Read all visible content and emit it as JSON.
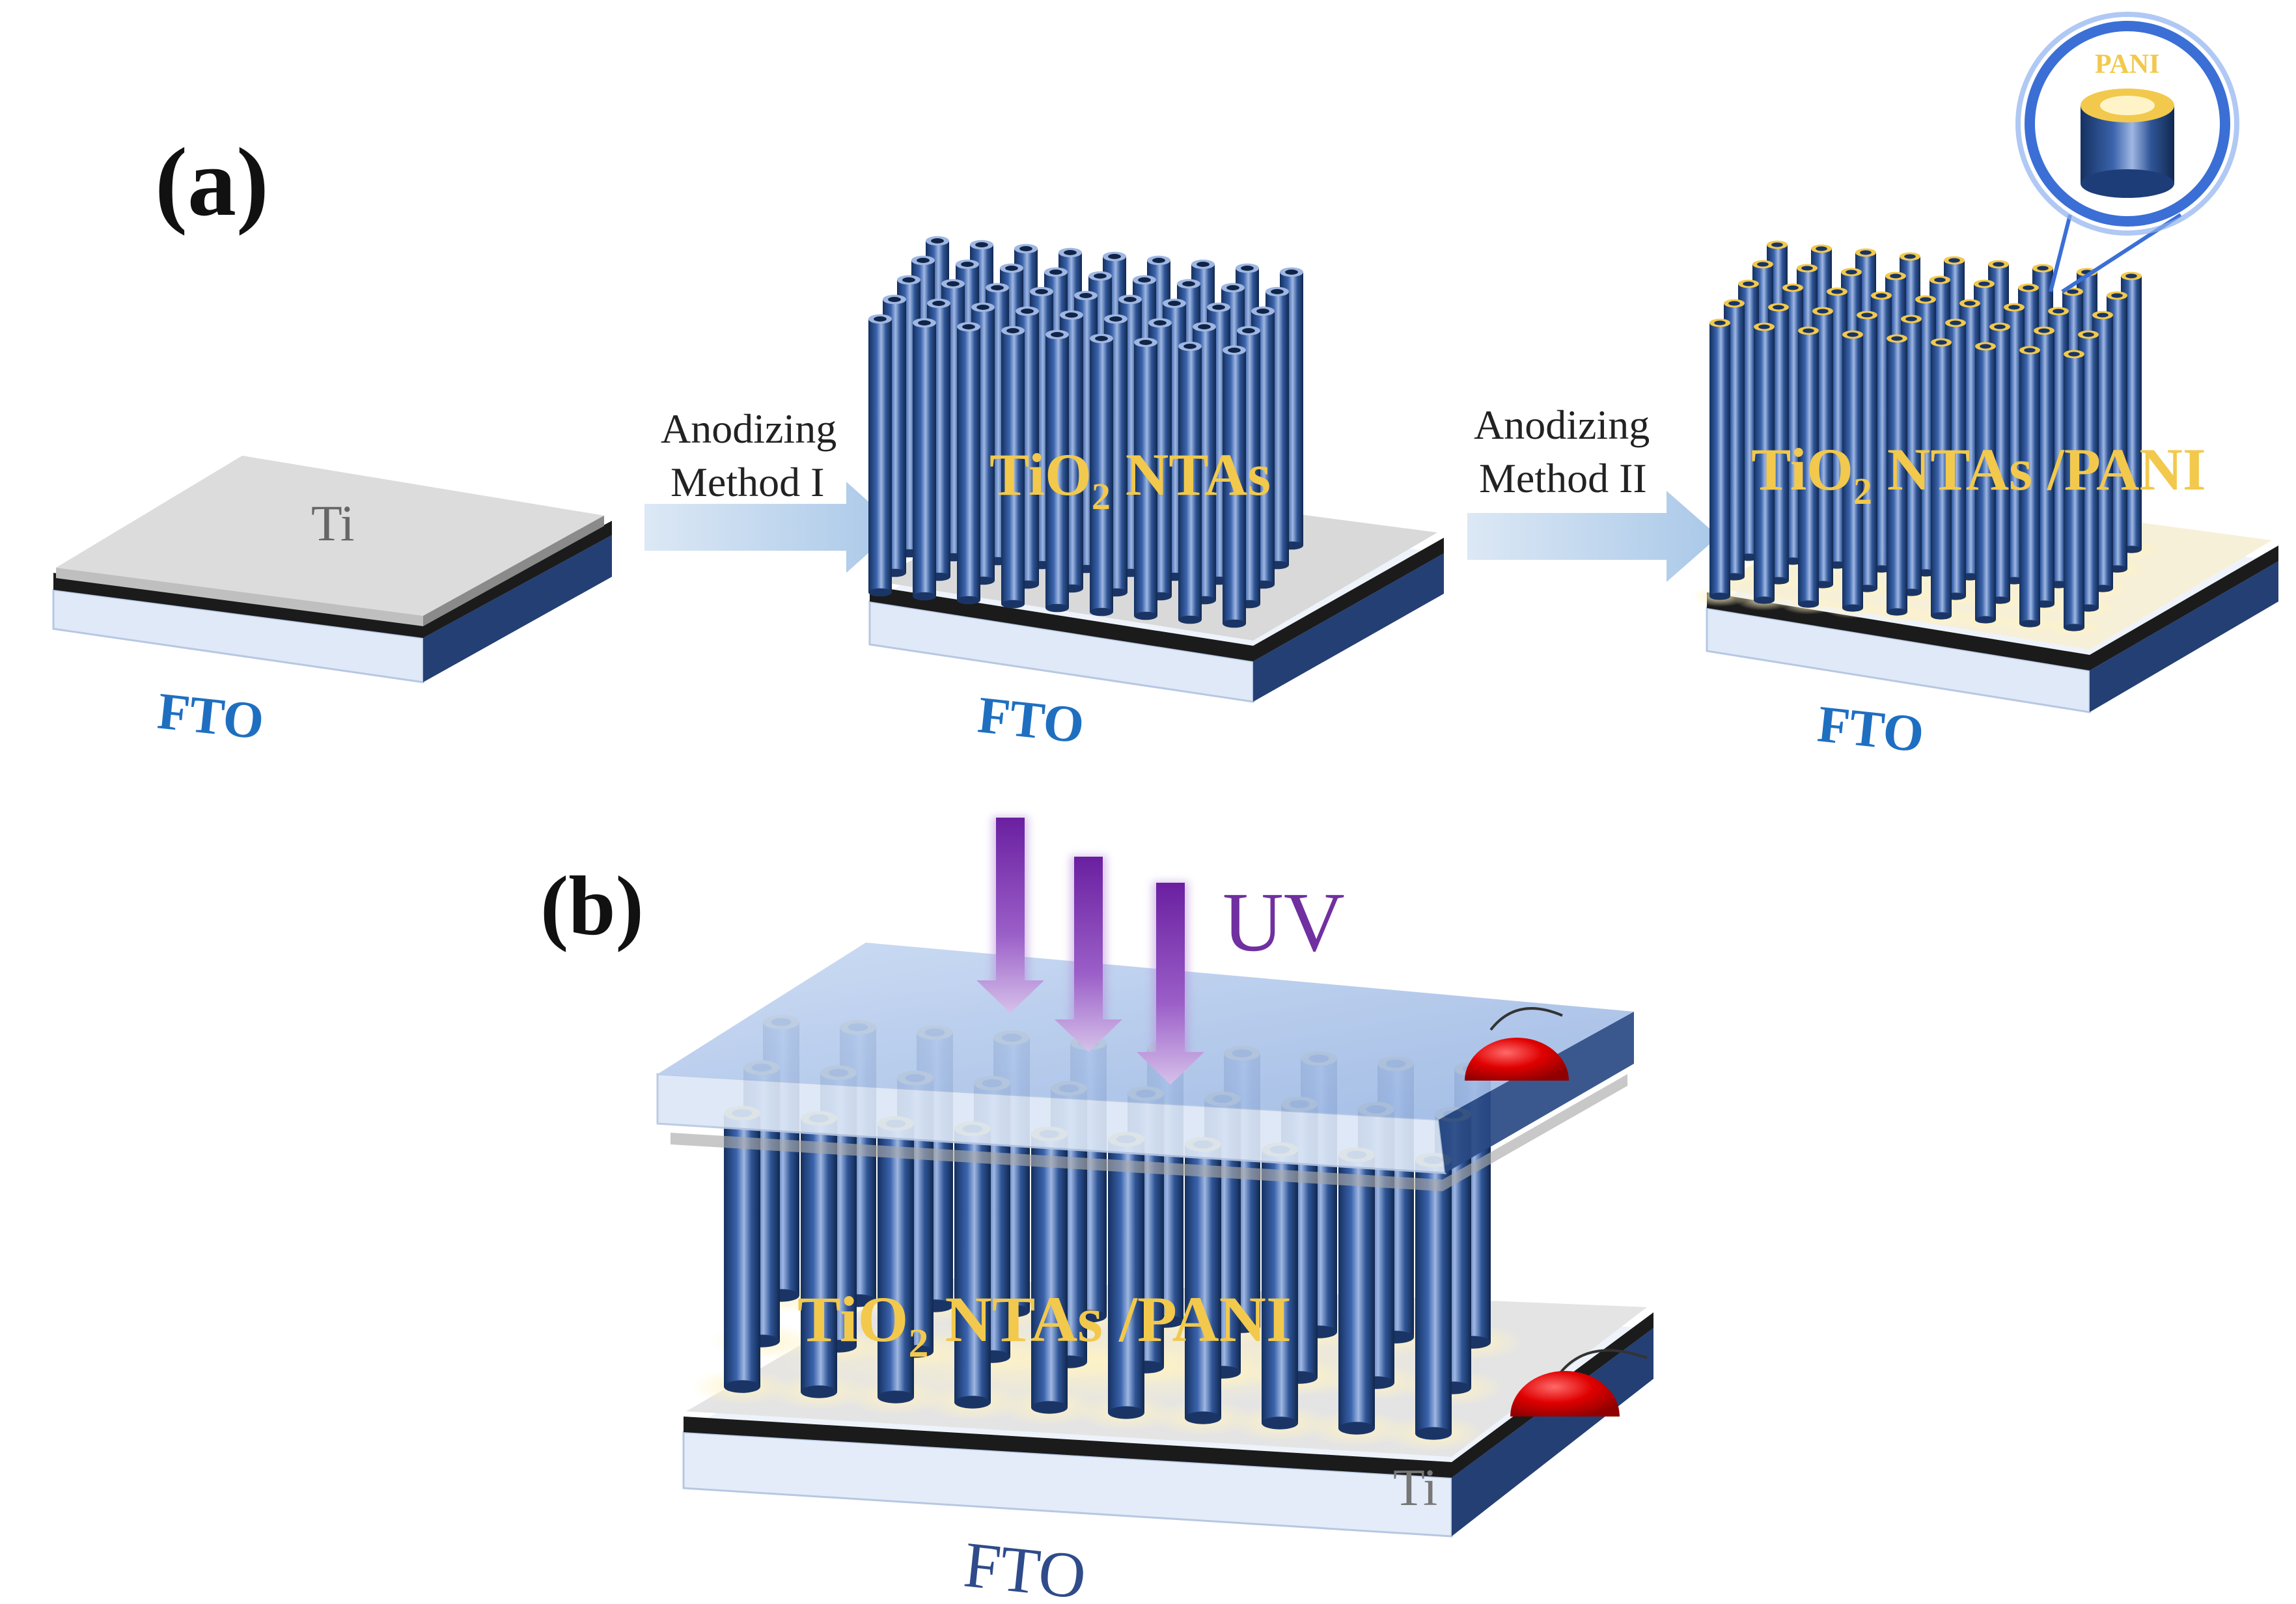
{
  "panel_a": {
    "label": "(a)",
    "step1": {
      "layer_label": "Ti",
      "substrate_label": "FTO"
    },
    "arrow1": {
      "line1": "Anodizing",
      "line2": "Method I"
    },
    "step2": {
      "material_base": "TiO",
      "material_sub": "2",
      "material_rest": " NTAs",
      "substrate_label": "FTO"
    },
    "arrow2": {
      "line1": "Anodizing",
      "line2": "Method II"
    },
    "step3": {
      "material_base": "TiO",
      "material_sub": "2",
      "material_rest": " NTAs /PANI",
      "substrate_label": "FTO",
      "inset_label": "PANI"
    }
  },
  "panel_b": {
    "label": "(b)",
    "light_label": "UV",
    "material_base": "TiO",
    "material_sub": "2",
    "material_rest": " NTAs /PANI",
    "layer_label": "Ti",
    "substrate_label": "FTO"
  },
  "colors": {
    "tube_blue": "#2f5597",
    "fto_blue": "#1f6fc1",
    "pani_gold": "#f2c94c",
    "uv_purple": "#7030a0",
    "electrode_red": "#e00000"
  }
}
